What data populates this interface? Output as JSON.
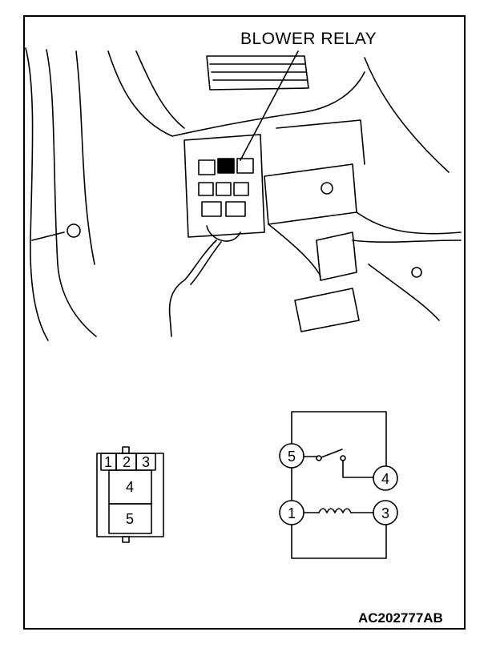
{
  "callout_label": "BLOWER RELAY",
  "figure_id": "AC202777AB",
  "connector": {
    "pins_top": [
      "1",
      "2",
      "3"
    ],
    "pin_mid": "4",
    "pin_bottom": "5"
  },
  "circuit": {
    "switch_common": "5",
    "switch_output": "4",
    "coil_a": "1",
    "coil_b": "3"
  }
}
